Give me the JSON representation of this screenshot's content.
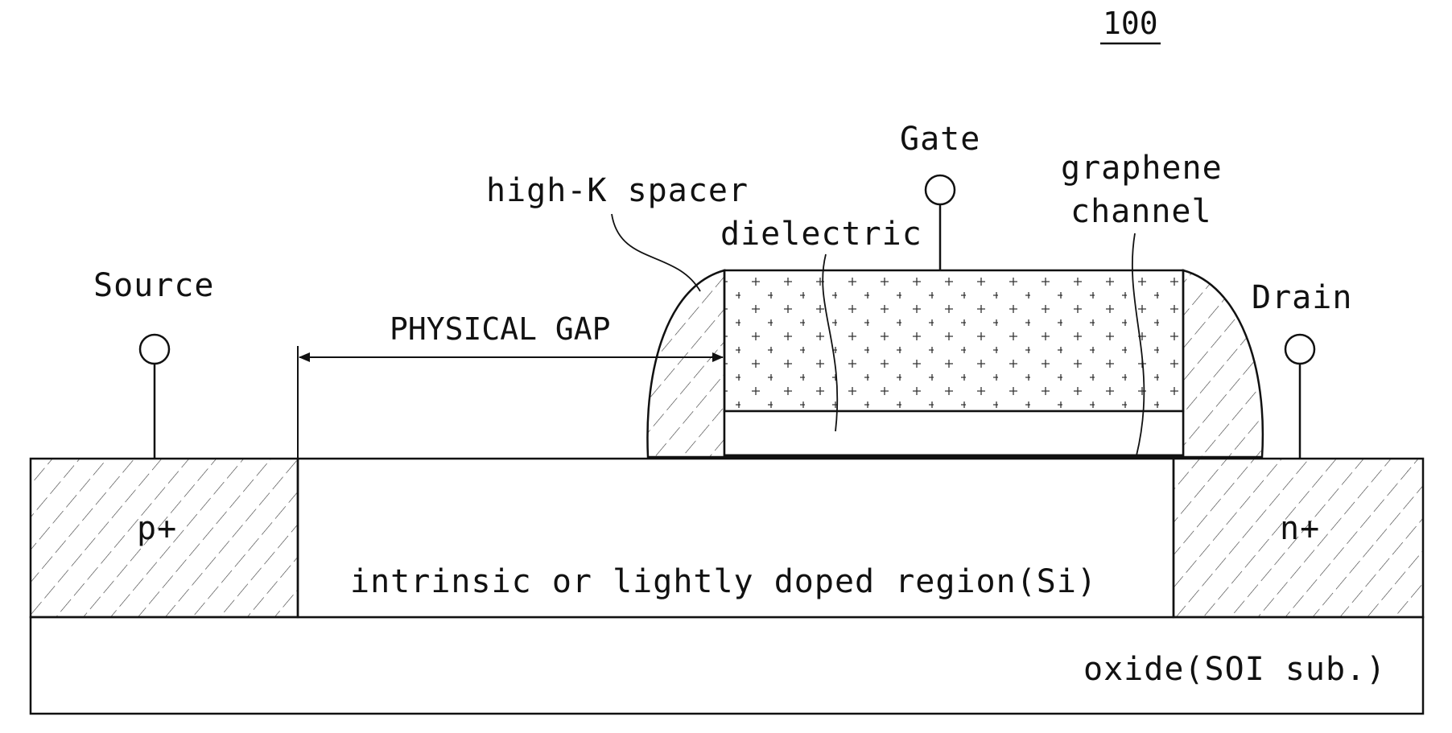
{
  "figure_number": "100",
  "terminals": {
    "source": "Source",
    "gate": "Gate",
    "drain": "Drain"
  },
  "labels": {
    "high_k_spacer": "high-K spacer",
    "dielectric": "dielectric",
    "graphene_channel_line1": "graphene",
    "graphene_channel_line2": "channel",
    "physical_gap": "PHYSICAL GAP",
    "p_plus": "p+",
    "n_plus": "n+",
    "intrinsic_region": "intrinsic or lightly doped region(Si)",
    "oxide_substrate": "oxide(SOI sub.)"
  }
}
